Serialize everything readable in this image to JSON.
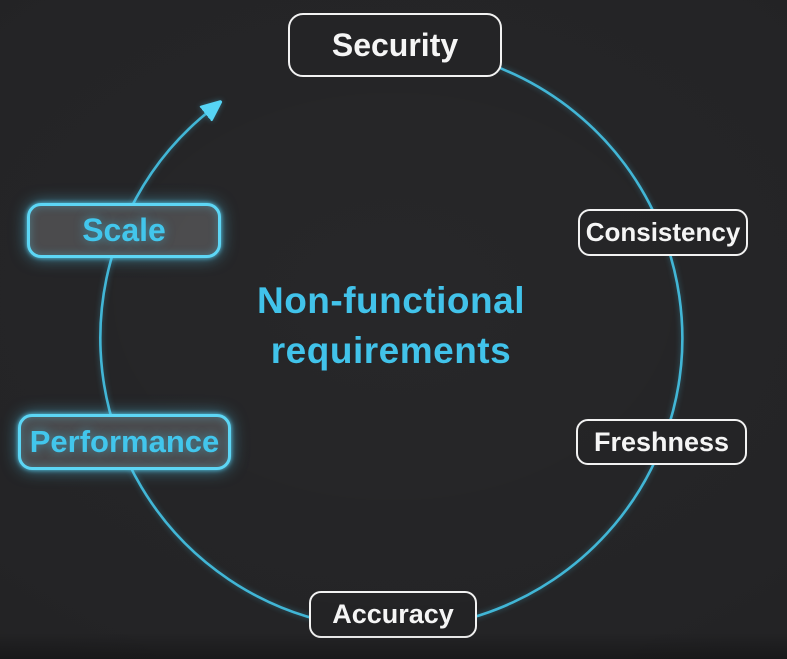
{
  "diagram": {
    "title_line1": "Non-functional",
    "title_line2": "requirements",
    "nodes": [
      {
        "id": "security",
        "label": "Security",
        "style": "outline"
      },
      {
        "id": "consistency",
        "label": "Consistency",
        "style": "outline"
      },
      {
        "id": "freshness",
        "label": "Freshness",
        "style": "outline"
      },
      {
        "id": "accuracy",
        "label": "Accuracy",
        "style": "outline"
      },
      {
        "id": "performance",
        "label": "Performance",
        "style": "highlighted"
      },
      {
        "id": "scale",
        "label": "Scale",
        "style": "highlighted"
      }
    ],
    "icons": {
      "cycle_arrow": "arrow-head-up-right"
    }
  },
  "colors": {
    "background": "#242426",
    "accent_cyan": "#3fc2ea",
    "arc_stroke": "#41b6d6",
    "arrowhead": "#55d4f5",
    "highlight_border": "#5cd6f5",
    "highlight_fill": "#4a4a4c",
    "outline_border": "#f2f2f2",
    "outline_text": "#f5f5f5"
  }
}
